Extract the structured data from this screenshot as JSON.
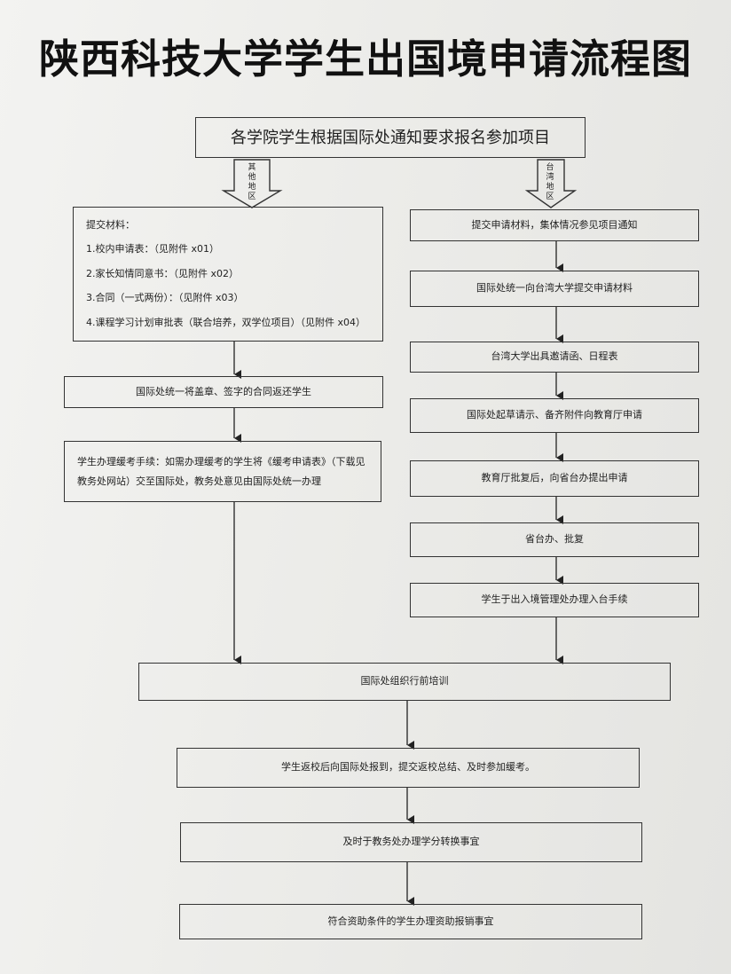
{
  "title": "陕西科技大学学生出国境申请流程图",
  "top": "各学院学生根据国际处通知要求报名参加项目",
  "branches": {
    "left": "其他地区",
    "right": "台湾地区"
  },
  "left": {
    "materials": {
      "heading": "提交材料：",
      "items": [
        "1.校内申请表：（见附件 x01）",
        "2.家长知情同意书：（见附件 x02）",
        "3.合同（一式两份）：（见附件 x03）",
        "4.课程学习计划审批表（联合培养，双学位项目）（见附件 x04）"
      ]
    },
    "return_contract": "国际处统一将盖章、签字的合同返还学生",
    "deferral": "学生办理缓考手续：如需办理缓考的学生将《缓考申请表》（下载见教务处网站）交至国际处，教务处意见由国际处统一办理"
  },
  "right": [
    "提交申请材料，集体情况参见项目通知",
    "国际处统一向台湾大学提交申请材料",
    "台湾大学出具邀请函、日程表",
    "国际处起草请示、备齐附件向教育厅申请",
    "教育厅批复后，向省台办提出申请",
    "省台办、批复",
    "学生于出入境管理处办理入台手续"
  ],
  "bottom": [
    "国际处组织行前培训",
    "学生返校后向国际处报到，提交返校总结、及时参加缓考。",
    "及时于教务处办理学分转换事宜",
    "符合资助条件的学生办理资助报销事宜"
  ]
}
